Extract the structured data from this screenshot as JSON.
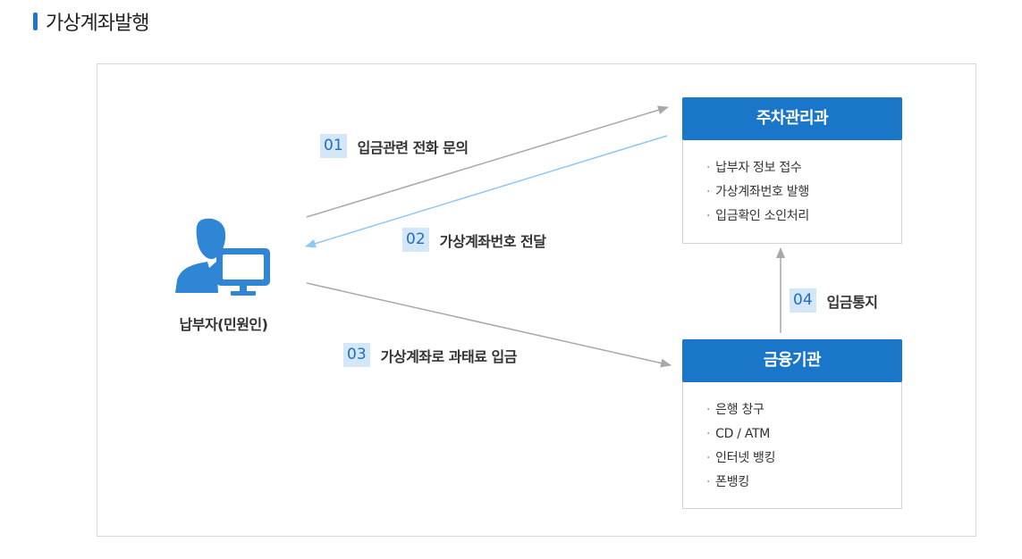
{
  "title": "가상계좌발행",
  "person": {
    "label": "납부자(민원인)"
  },
  "steps": [
    {
      "num": "01",
      "label": "입금관련 전화 문의"
    },
    {
      "num": "02",
      "label": "가상계좌번호 전달"
    },
    {
      "num": "03",
      "label": "가상계좌로 과태료 입금"
    },
    {
      "num": "04",
      "label": "입금통지"
    }
  ],
  "org_parking": {
    "title": "주차관리과",
    "items": [
      "납부자 정보 접수",
      "가상계좌번호 발행",
      "입금확인 소인처리"
    ]
  },
  "org_bank": {
    "title": "금융기관",
    "items": [
      "은행 창구",
      "CD / ATM",
      "인터넷 뱅킹",
      "폰뱅킹"
    ]
  },
  "colors": {
    "accent": "#1976c9",
    "step_bg": "#d3e7f9",
    "arrow_gray": "#a8a8a8",
    "arrow_blue": "#8ec8f2"
  }
}
